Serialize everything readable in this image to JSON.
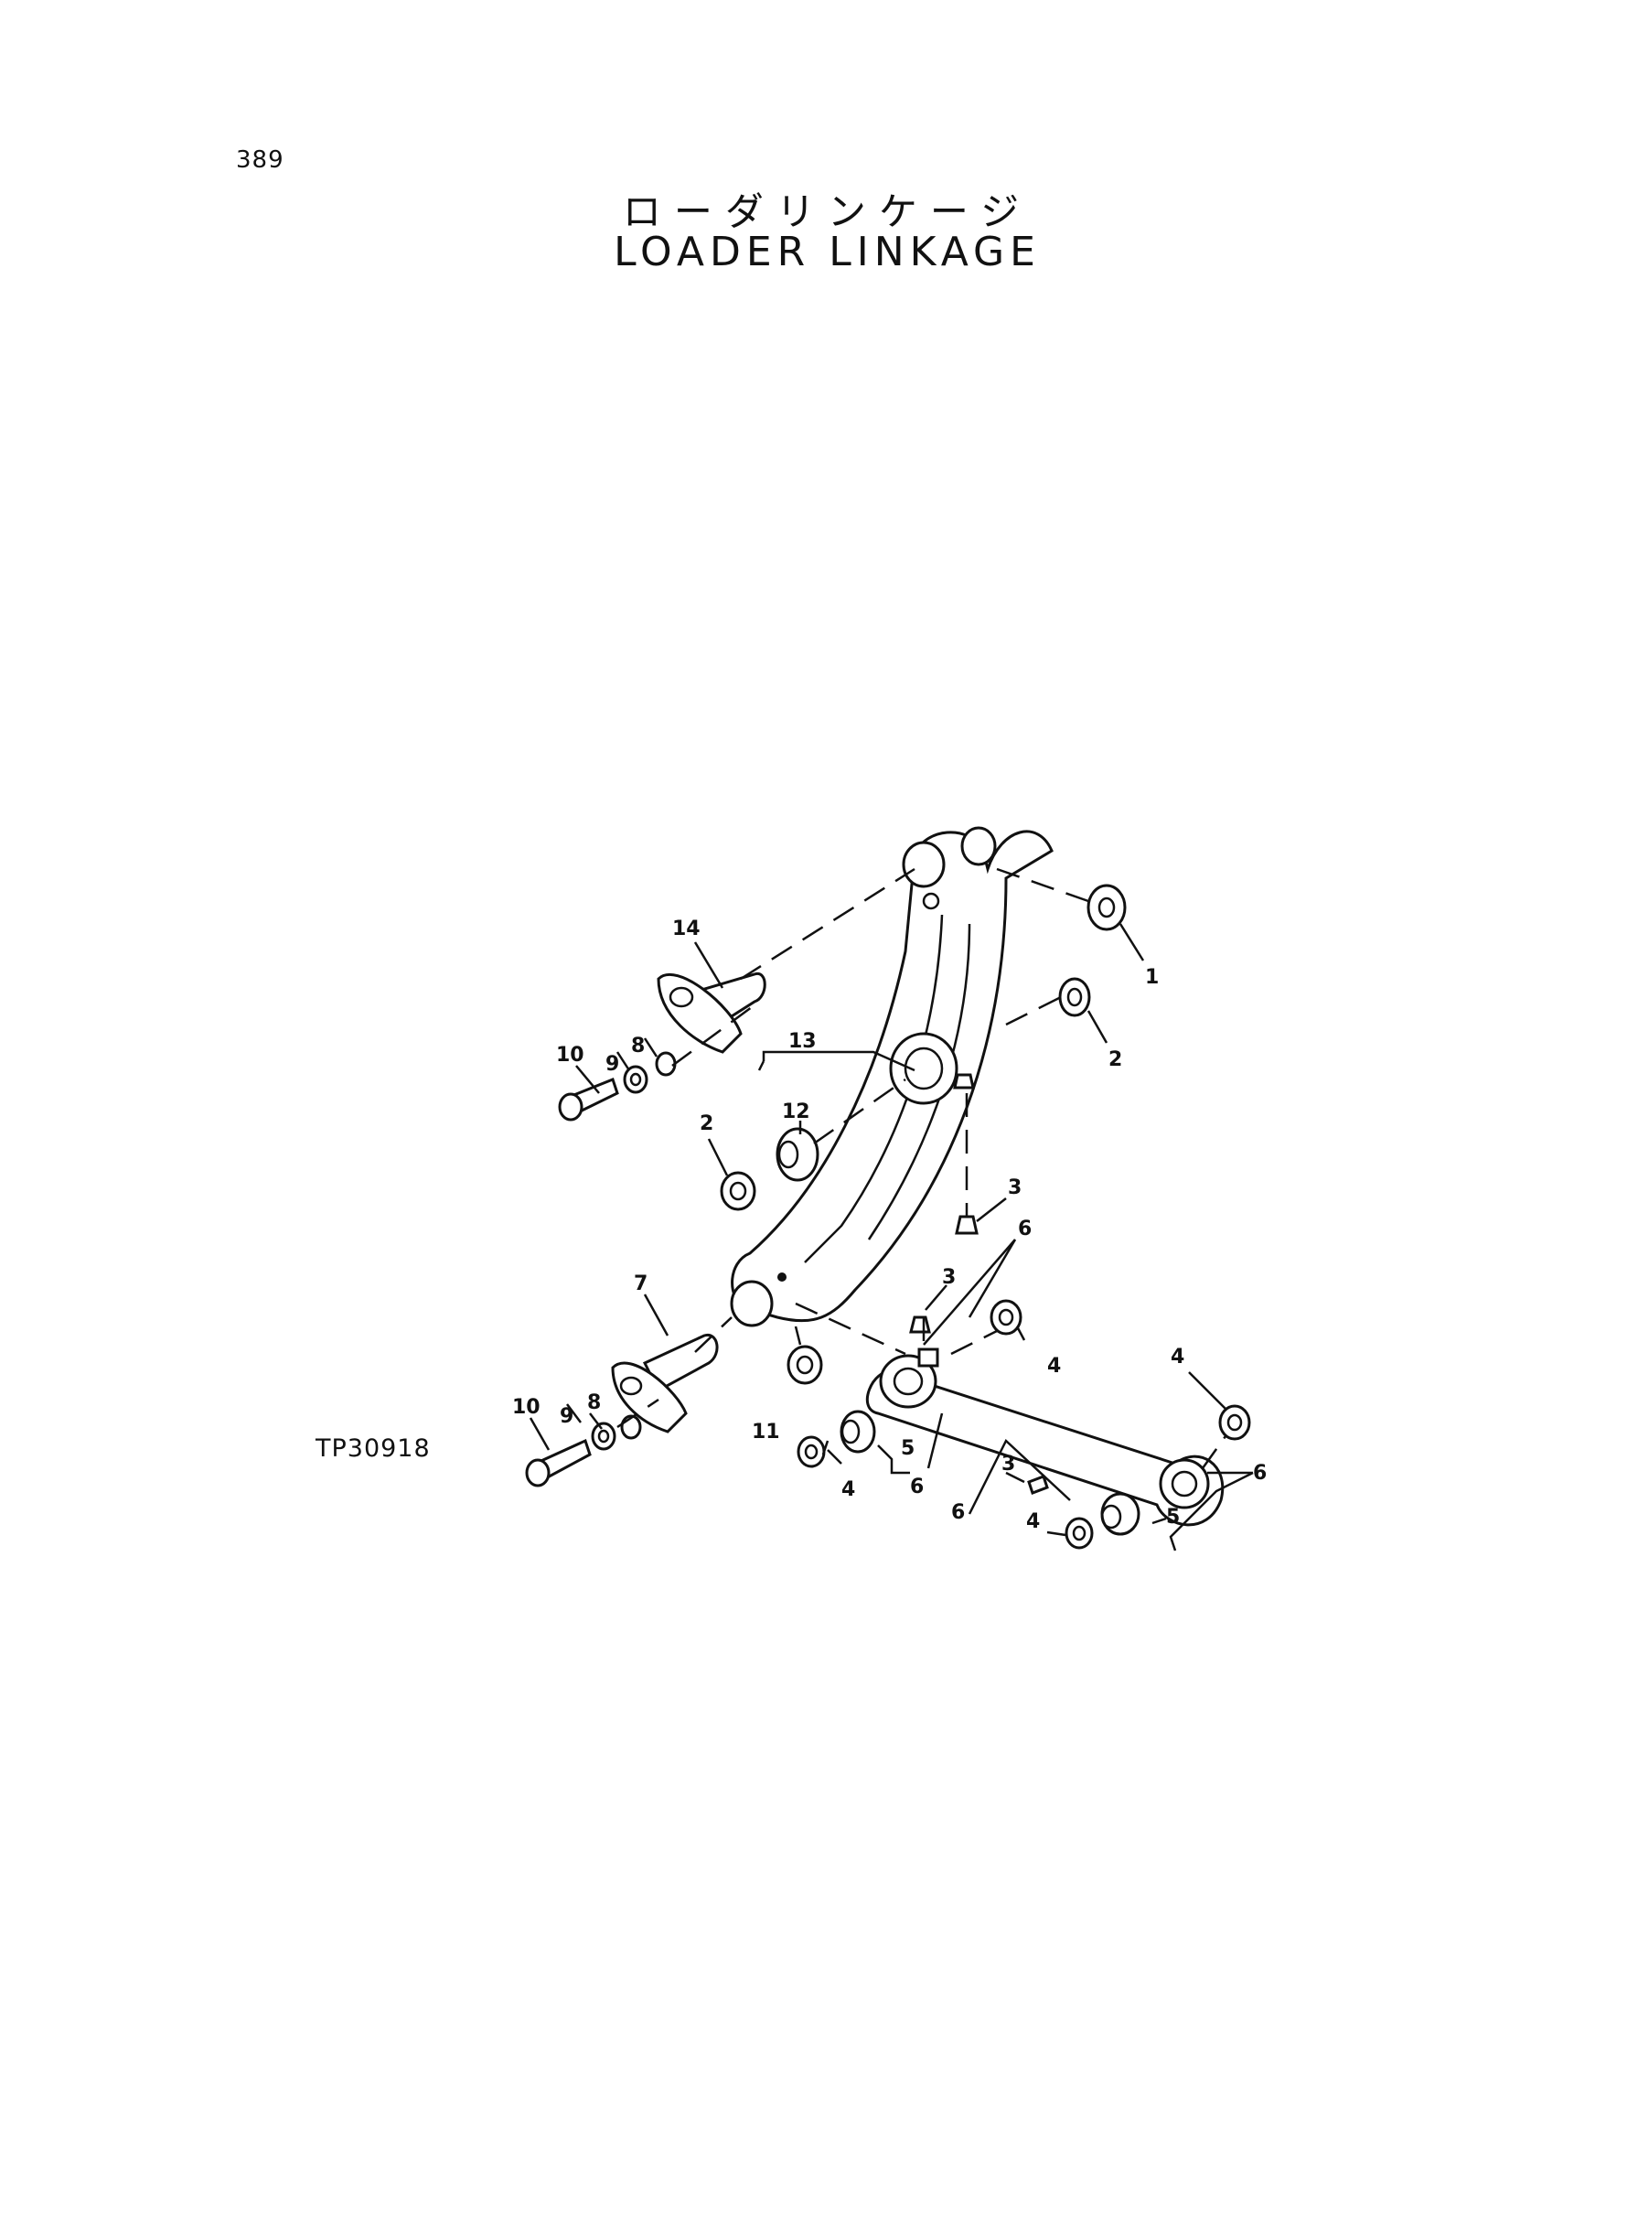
{
  "page": {
    "number": "389",
    "figure_code": "TP30918"
  },
  "title": {
    "japanese": "ローダリンケージ",
    "english": "LOADER LINKAGE"
  },
  "callouts": [
    {
      "label": "1"
    },
    {
      "label": "2"
    },
    {
      "label": "2"
    },
    {
      "label": "3"
    },
    {
      "label": "3"
    },
    {
      "label": "3"
    },
    {
      "label": "4"
    },
    {
      "label": "4"
    },
    {
      "label": "4"
    },
    {
      "label": "4"
    },
    {
      "label": "5"
    },
    {
      "label": "5"
    },
    {
      "label": "6"
    },
    {
      "label": "6"
    },
    {
      "label": "6"
    },
    {
      "label": "6"
    },
    {
      "label": "7"
    },
    {
      "label": "8"
    },
    {
      "label": "8"
    },
    {
      "label": "9"
    },
    {
      "label": "9"
    },
    {
      "label": "10"
    },
    {
      "label": "10"
    },
    {
      "label": "11"
    },
    {
      "label": "12"
    },
    {
      "label": "13"
    },
    {
      "label": "14"
    }
  ]
}
